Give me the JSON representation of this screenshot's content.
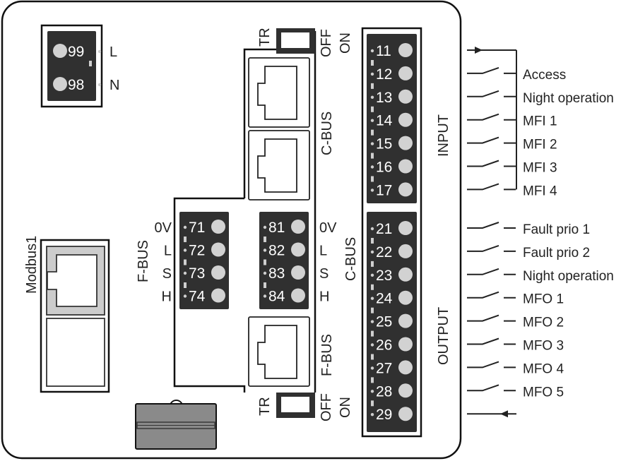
{
  "colors": {
    "terminal_block": "#303030",
    "terminal_screw": "#d2d2d2",
    "line": "#111111",
    "modbus_jack": "#cccccc",
    "cover": "#8a8a8a"
  },
  "power": {
    "terminals": [
      {
        "number": "99",
        "signal": "L"
      },
      {
        "number": "98",
        "signal": "N"
      }
    ]
  },
  "switches": {
    "top": {
      "tr_label": "TR",
      "off_label": "OFF",
      "on_label": "ON"
    },
    "bottom": {
      "tr_label": "TR",
      "off_label": "OFF",
      "on_label": "ON"
    }
  },
  "ports": {
    "cbus_label": "C-BUS",
    "fbus_label": "F-BUS",
    "modbus_label": "Modbus1"
  },
  "fbus_block": {
    "bus_label": "F-BUS",
    "terminals": [
      {
        "number": "71",
        "signal": "0V"
      },
      {
        "number": "72",
        "signal": "L"
      },
      {
        "number": "73",
        "signal": "S"
      },
      {
        "number": "74",
        "signal": "H"
      }
    ]
  },
  "cbus_block": {
    "bus_label": "C-BUS",
    "terminals": [
      {
        "number": "81",
        "signal": "0V"
      },
      {
        "number": "82",
        "signal": "L"
      },
      {
        "number": "83",
        "signal": "S"
      },
      {
        "number": "84",
        "signal": "H"
      }
    ]
  },
  "input_block": {
    "label": "INPUT",
    "terminals": [
      {
        "number": "11",
        "function": ""
      },
      {
        "number": "12",
        "function": "Access"
      },
      {
        "number": "13",
        "function": "Night operation"
      },
      {
        "number": "14",
        "function": "MFI 1"
      },
      {
        "number": "15",
        "function": "MFI 2"
      },
      {
        "number": "16",
        "function": "MFI 3"
      },
      {
        "number": "17",
        "function": "MFI 4"
      }
    ]
  },
  "output_block": {
    "label": "OUTPUT",
    "terminals": [
      {
        "number": "21",
        "function": "Fault prio 1"
      },
      {
        "number": "22",
        "function": "Fault prio 2"
      },
      {
        "number": "23",
        "function": "Night operation"
      },
      {
        "number": "24",
        "function": "MFO 1"
      },
      {
        "number": "25",
        "function": "MFO 2"
      },
      {
        "number": "26",
        "function": "MFO 3"
      },
      {
        "number": "27",
        "function": "MFO 4"
      },
      {
        "number": "28",
        "function": "MFO 5"
      },
      {
        "number": "29",
        "function": ""
      }
    ]
  }
}
